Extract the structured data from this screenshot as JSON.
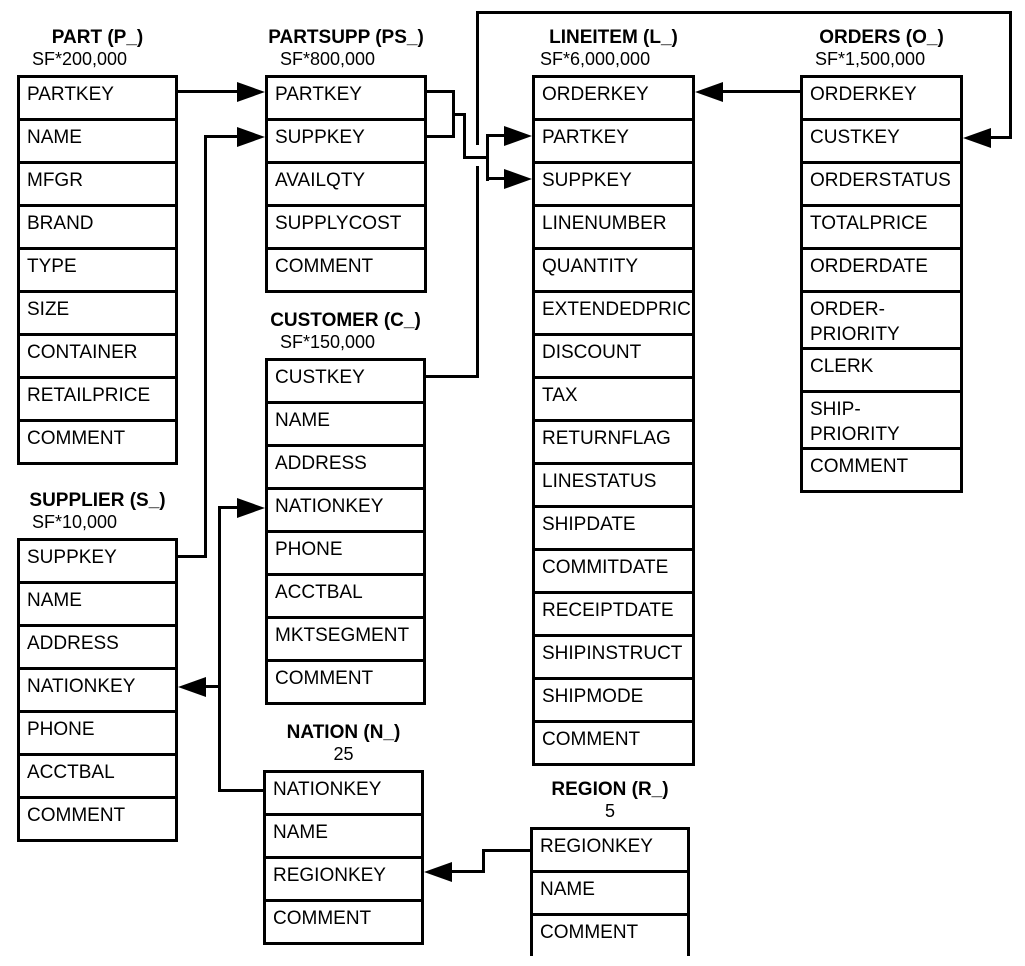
{
  "diagram": {
    "kind": "database-schema",
    "colors": {
      "line": "#000000",
      "background": "#ffffff",
      "text": "#000000"
    }
  },
  "tables": [
    {
      "id": "part",
      "title": "PART (P_)",
      "cardinality": "SF*200,000",
      "columns": [
        "PARTKEY",
        "NAME",
        "MFGR",
        "BRAND",
        "TYPE",
        "SIZE",
        "CONTAINER",
        "RETAILPRICE",
        "COMMENT"
      ]
    },
    {
      "id": "partsupp",
      "title": "PARTSUPP (PS_)",
      "cardinality": "SF*800,000",
      "columns": [
        "PARTKEY",
        "SUPPKEY",
        "AVAILQTY",
        "SUPPLYCOST",
        "COMMENT"
      ]
    },
    {
      "id": "lineitem",
      "title": "LINEITEM (L_)",
      "cardinality": "SF*6,000,000",
      "columns": [
        "ORDERKEY",
        "PARTKEY",
        "SUPPKEY",
        "LINENUMBER",
        "QUANTITY",
        "EXTENDEDPRICE",
        "DISCOUNT",
        "TAX",
        "RETURNFLAG",
        "LINESTATUS",
        "SHIPDATE",
        "COMMITDATE",
        "RECEIPTDATE",
        "SHIPINSTRUCT",
        "SHIPMODE",
        "COMMENT"
      ]
    },
    {
      "id": "orders",
      "title": "ORDERS (O_)",
      "cardinality": "SF*1,500,000",
      "columns": [
        "ORDERKEY",
        "CUSTKEY",
        "ORDERSTATUS",
        "TOTALPRICE",
        "ORDERDATE",
        "ORDER-PRIORITY",
        "CLERK",
        "SHIP-PRIORITY",
        "COMMENT"
      ]
    },
    {
      "id": "customer",
      "title": "CUSTOMER (C_)",
      "cardinality": "SF*150,000",
      "columns": [
        "CUSTKEY",
        "NAME",
        "ADDRESS",
        "NATIONKEY",
        "PHONE",
        "ACCTBAL",
        "MKTSEGMENT",
        "COMMENT"
      ]
    },
    {
      "id": "supplier",
      "title": "SUPPLIER (S_)",
      "cardinality": "SF*10,000",
      "columns": [
        "SUPPKEY",
        "NAME",
        "ADDRESS",
        "NATIONKEY",
        "PHONE",
        "ACCTBAL",
        "COMMENT"
      ]
    },
    {
      "id": "nation",
      "title": "NATION (N_)",
      "cardinality": "25",
      "columns": [
        "NATIONKEY",
        "NAME",
        "REGIONKEY",
        "COMMENT"
      ]
    },
    {
      "id": "region",
      "title": "REGION (R_)",
      "cardinality": "5",
      "columns": [
        "REGIONKEY",
        "NAME",
        "COMMENT"
      ]
    }
  ],
  "relationships": [
    {
      "from": "PART.PARTKEY",
      "to": "PARTSUPP.PARTKEY"
    },
    {
      "from": "SUPPLIER.SUPPKEY",
      "to": "PARTSUPP.SUPPKEY"
    },
    {
      "from": "PARTSUPP.PARTKEY",
      "to": "LINEITEM.PARTKEY"
    },
    {
      "from": "PARTSUPP.SUPPKEY",
      "to": "LINEITEM.SUPPKEY"
    },
    {
      "from": "ORDERS.ORDERKEY",
      "to": "LINEITEM.ORDERKEY"
    },
    {
      "from": "CUSTOMER.CUSTKEY",
      "to": "ORDERS.CUSTKEY"
    },
    {
      "from": "NATION.NATIONKEY",
      "to": "CUSTOMER.NATIONKEY"
    },
    {
      "from": "NATION.NATIONKEY",
      "to": "SUPPLIER.NATIONKEY"
    },
    {
      "from": "REGION.REGIONKEY",
      "to": "NATION.REGIONKEY"
    }
  ]
}
